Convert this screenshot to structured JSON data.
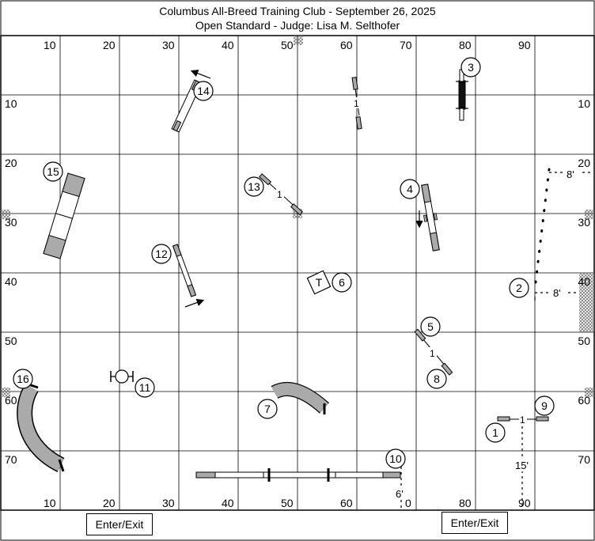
{
  "header": {
    "title": "Columbus All-Breed Training Club - September 26, 2025",
    "subtitle": "Open Standard - Judge: Lisa M. Selthofer"
  },
  "top_scale": [
    "10",
    "20",
    "30",
    "40",
    "50",
    "60",
    "70",
    "80",
    "90"
  ],
  "bottom_scale": [
    "10",
    "20",
    "30",
    "40",
    "50",
    "60",
    "0",
    "80",
    "90"
  ],
  "left_scale": [
    "10",
    "20",
    "30",
    "40",
    "50",
    "60",
    "70"
  ],
  "right_scale": [
    "10",
    "20",
    "30",
    "40",
    "50",
    "60",
    "70"
  ],
  "obstacles": {
    "n1": "1",
    "n2": "2",
    "n3": "3",
    "n4": "4",
    "n5": "5",
    "n6": "6",
    "n7": "7",
    "n8": "8",
    "n9": "9",
    "n10": "10",
    "n11": "11",
    "n12": "12",
    "n13": "13",
    "n14": "14",
    "n15": "15",
    "n16": "16",
    "table_label": "T",
    "bar_a": "1",
    "bar_b": "1",
    "bar_c": "1",
    "bar_d": "1"
  },
  "measurements": {
    "m1": "8'",
    "m2": "8'",
    "m3": "15'",
    "m4": "6'"
  },
  "footer": {
    "exit_left": "Enter/Exit",
    "exit_right": "Enter/Exit"
  }
}
